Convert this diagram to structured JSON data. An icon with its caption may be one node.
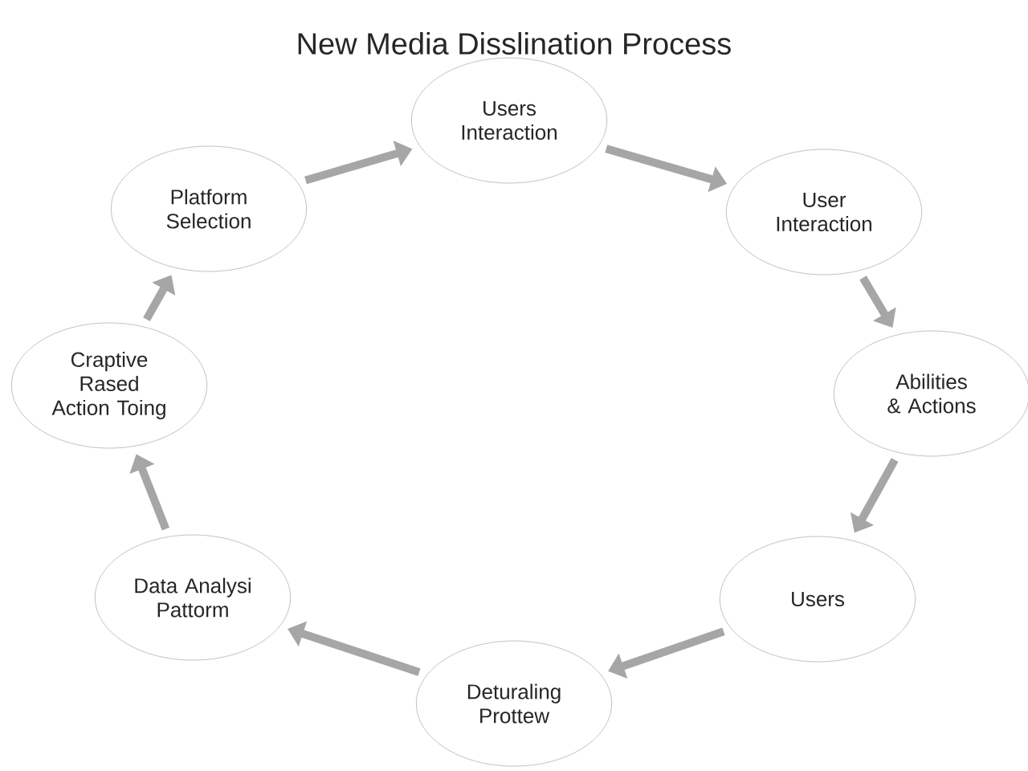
{
  "diagram": {
    "title": "New Media Disslination Process",
    "nodes": [
      {
        "text": [
          "Users Interaction"
        ]
      },
      {
        "text": [
          "User Interaction"
        ]
      },
      {
        "text": [
          "Abilities & Actions"
        ]
      },
      {
        "text": [
          "Users"
        ]
      },
      {
        "text": [
          "Deturaling Prottew"
        ]
      },
      {
        "text": [
          "Data Analysi Pattorm"
        ]
      },
      {
        "text": [
          "Craptive Rased Action Toing"
        ]
      },
      {
        "text": [
          "Platform Selection"
        ]
      }
    ],
    "edges": [
      {
        "from": 7,
        "to": 0,
        "arrow": "to"
      },
      {
        "from": 0,
        "to": 1,
        "arrow": "to"
      },
      {
        "from": 1,
        "to": 2,
        "arrow": "to"
      },
      {
        "from": 2,
        "to": 3,
        "arrow": "to"
      },
      {
        "from": 3,
        "to": 4,
        "arrow": "to"
      },
      {
        "from": 4,
        "to": 5,
        "arrow": "to"
      },
      {
        "from": 5,
        "to": 6,
        "arrow": "to"
      },
      {
        "from": 6,
        "to": 7,
        "arrow": "to"
      }
    ]
  }
}
